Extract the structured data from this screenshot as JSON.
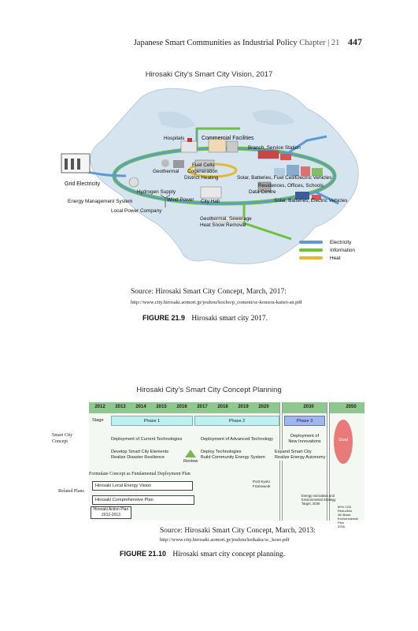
{
  "header": {
    "running_title": "Japanese Smart Communities as Industrial Policy",
    "chapter": "Chapter | 21",
    "page_number": "447"
  },
  "figure1": {
    "title": "Hirosaki City's Smart City Vision, 2017",
    "labels": {
      "hospitals": "Hospitals",
      "commercial": "Commercial Facilities",
      "branch": "Branch, Service Station",
      "fuel_cells": "Fuel Cells",
      "geothermal": "Geothermal",
      "cogeneration": "Cogeneration",
      "district": "District Heating",
      "solar1": "Solar, Batteries, Fuel Cell/Electric Vehicles",
      "residences": "Residences, Offices, Schools",
      "grid": "Grid Electricity",
      "hydrogen": "Hydrogen Supply",
      "data_centre": "Data Centre",
      "ems": "Energy Management System",
      "wind": "Wind Power",
      "city_hall": "City Hall",
      "local_power": "Local Power Company",
      "geo_sewer": "Geothermal, Sewerage",
      "heat_snow": "Heat Snow Removal",
      "solar2": "Solar, Batteries, Electric Vehicles"
    },
    "legend": [
      {
        "label": "Electricity",
        "color": "#5b9bd5"
      },
      {
        "label": "Information",
        "color": "#70c040"
      },
      {
        "label": "Heat",
        "color": "#e8b830"
      }
    ],
    "source": "Source: Hirosaki Smart City Concept, March, 2017:",
    "url": "http://www.city.hirosaki.aomori.jp/jouhou/kocho/p_coment/sc-kousou-kaitei-an.pdf",
    "caption_label": "FIGURE 21.9",
    "caption_text": "Hirosaki smart city 2017."
  },
  "figure2": {
    "title": "Hirosaki City's Smart City Concept Planning",
    "years": [
      "2012",
      "2013",
      "2014",
      "2015",
      "2016",
      "2017",
      "2018",
      "2019",
      "2020",
      "2030",
      "2050"
    ],
    "stage_label": "Stage",
    "phases": [
      "Phase 1",
      "Phase 2",
      "Phase 3"
    ],
    "goal": "Goal",
    "row_label_smart": "Smart City Concept",
    "row_label_related": "Related Plans",
    "deploy1": "Deployment of Current Technologies",
    "deploy2": "Deployment of Advanced Technology",
    "deploy3a": "Deployment of",
    "deploy3b": "New Innovations",
    "develop_a": "Develop Smart City Elements",
    "develop_b": "Realize Disaster Resilience",
    "review": "Review",
    "deploy_tech_a": "Deploy Technologies",
    "deploy_tech_b": "Build Community Energy System",
    "expand_a": "Expand Smart City",
    "expand_b": "Realize Energy Autonomy",
    "formulate": "Formulate Concept as Fundamental Deployment Plan",
    "post_kyoto_a": "Post-Kyoto",
    "post_kyoto_b": "Framework",
    "local_energy": "Hirosaki Local Energy Vision",
    "comprehensive": "Hirosaki Comprehensive Plan",
    "energy_innov_a": "Energy Innovation and",
    "energy_innov_b": "Environmental Strategy",
    "energy_innov_c": "Target, 2030",
    "action_plan_a": "Hirosaki Action Plan",
    "action_plan_b": "2012-2013",
    "co2_a": "80% CO2 Reduction",
    "co2_b": "4th Basic Environmental Plan",
    "co2_c": "2005",
    "source": "Source: Hirosaki Smart City Concept, March, 2013:",
    "url": "http://www.city.hirosaki.aomori.jp/jouhou/keikaku/sc_koso.pdf",
    "caption_label": "FIGURE 21.10",
    "caption_text": "Hirosaki smart city concept planning."
  }
}
